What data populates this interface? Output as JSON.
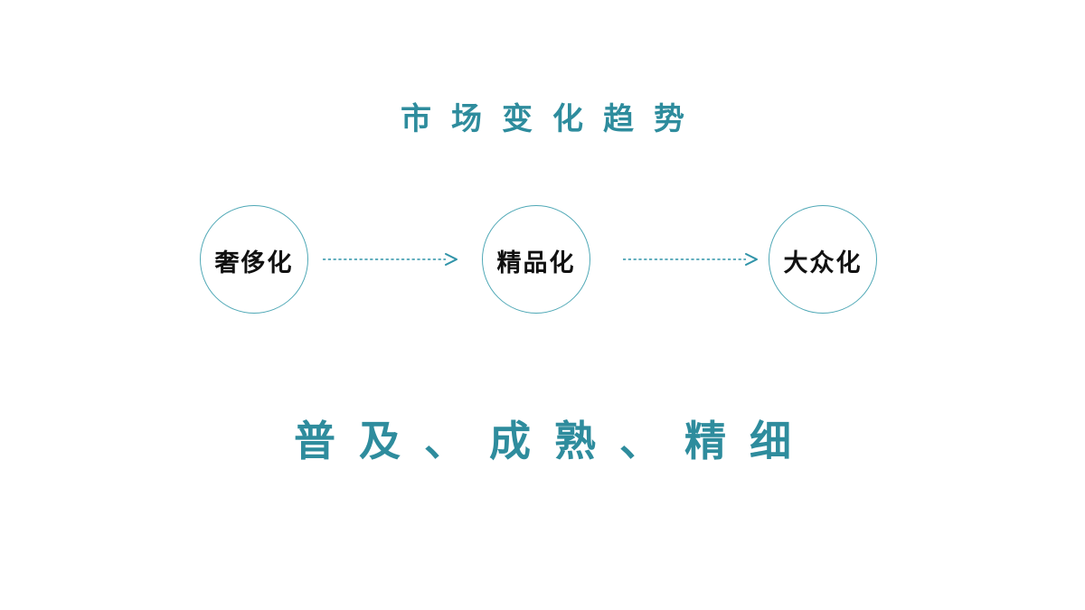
{
  "slide": {
    "title": "市场变化趋势",
    "subtitle": "普及、成熟、精细"
  },
  "flow": {
    "nodes": [
      {
        "label": "奢侈化"
      },
      {
        "label": "精品化"
      },
      {
        "label": "大众化"
      }
    ],
    "arrows": [
      {
        "from": "奢侈化",
        "to": "精品化",
        "style": "dashed"
      },
      {
        "from": "精品化",
        "to": "大众化",
        "style": "dashed"
      }
    ]
  },
  "colors": {
    "accent_text": "#2E8C9D",
    "circle_border": "#4FA8B6",
    "arrow": "#2F93A8",
    "node_label": "#111111",
    "background": "#FFFFFF"
  }
}
